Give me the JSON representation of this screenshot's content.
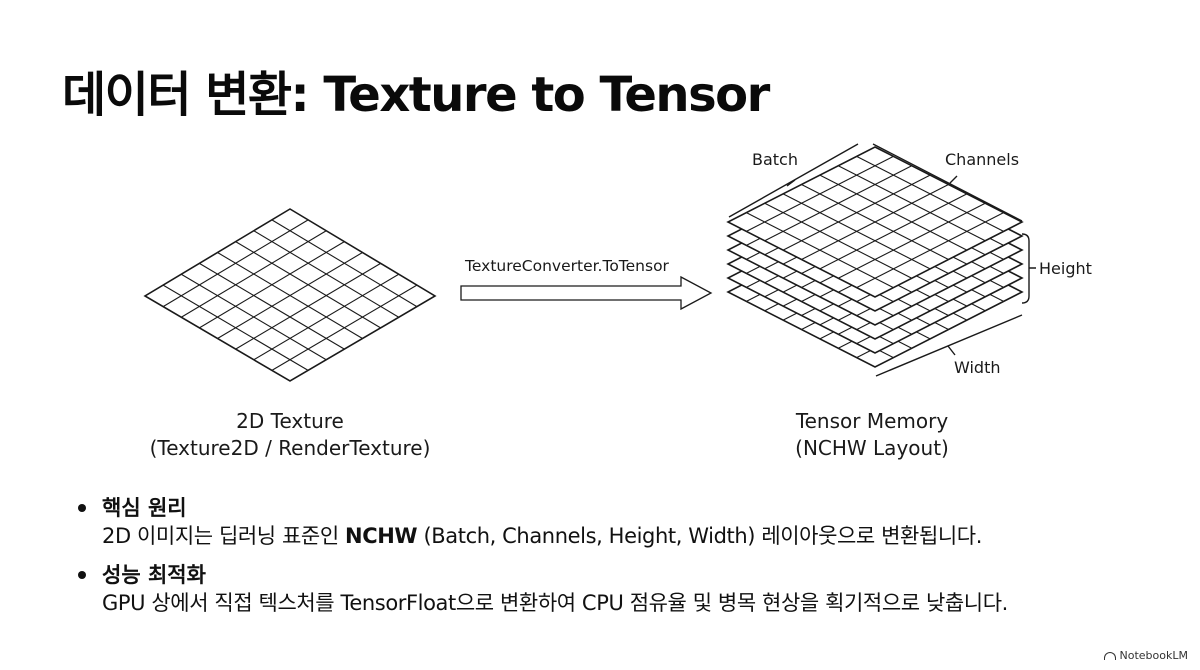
{
  "title": "데이터 변환: Texture to Tensor",
  "diagram": {
    "input": {
      "label": "2D Texture",
      "sublabel": "(Texture2D / RenderTexture)"
    },
    "arrow": {
      "label": "TextureConverter.ToTensor"
    },
    "output": {
      "label": "Tensor Memory",
      "sublabel": "(NCHW Layout)",
      "dims": {
        "batch": "Batch",
        "channels": "Channels",
        "height": "Height",
        "width": "Width"
      }
    }
  },
  "bullets": [
    {
      "heading": "핵심 원리",
      "pre": "2D 이미지는 딥러닝 표준인 ",
      "bold": "NCHW",
      "post": " (Batch, Channels, Height, Width) 레이아웃으로 변환됩니다."
    },
    {
      "heading": "성능 최적화",
      "pre": "GPU 상에서 직접 텍스처를 TensorFloat으로 변환하여 CPU 점유율 및 병목 현상을 획기적으로 낮춥니다.",
      "bold": "",
      "post": ""
    }
  ],
  "watermark": "NotebookLM"
}
